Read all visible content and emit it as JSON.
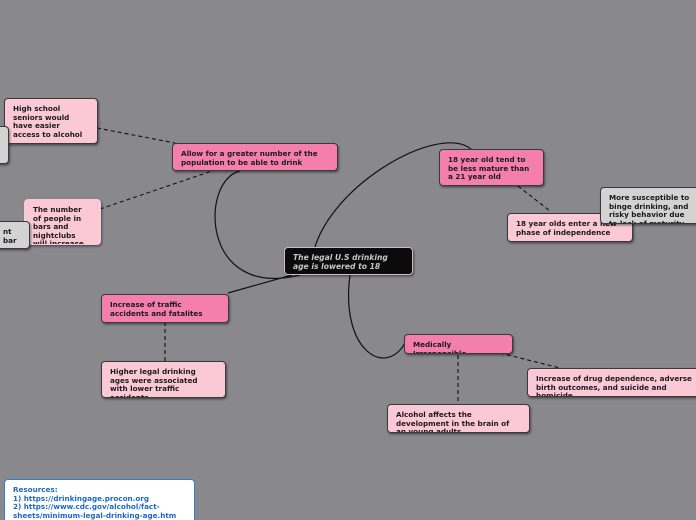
{
  "mindmap": {
    "root": "The legal U.S drinking age is lowered to 18",
    "nodes": {
      "allow": "Allow for a greater number of the population to be able to drink",
      "seniors": "High school seniors would have easier access to alcohol",
      "bars": "The number of people in bars and nightclubs will increase",
      "bars_partial": "nt bar",
      "mature": "18 year old tend to be less mature than a 21 year old",
      "phase": "18 year olds enter a new phase of independence",
      "susceptible": "More susceptible to binge drinking, and risky behavior due to lack of maturity",
      "traffic": "Increase of traffic accidents and fatalites",
      "legal_ages": "Higher legal drinking ages were associated with lower traffic accidents",
      "medical": "Medically Irresponsible",
      "drug": "Increase of drug dependence, adverse birth outcomes, and suicide and homicide",
      "brain": "Alcohol affects the development in the brain of an young adults"
    }
  },
  "resources": {
    "heading": "Resources:",
    "line1": "1) https://drinkingage.procon.org",
    "line2": "2) https://www.cdc.gov/alcohol/fact-sheets/minimum-legal-drinking-age.htm"
  },
  "colors": {
    "background": "#88888d",
    "main_topic": "#f47fae",
    "subtopic": "#fbc9d6",
    "detail": "#d3d3d3",
    "root": "#0b0b0b",
    "resources_text": "#1b68c7"
  }
}
